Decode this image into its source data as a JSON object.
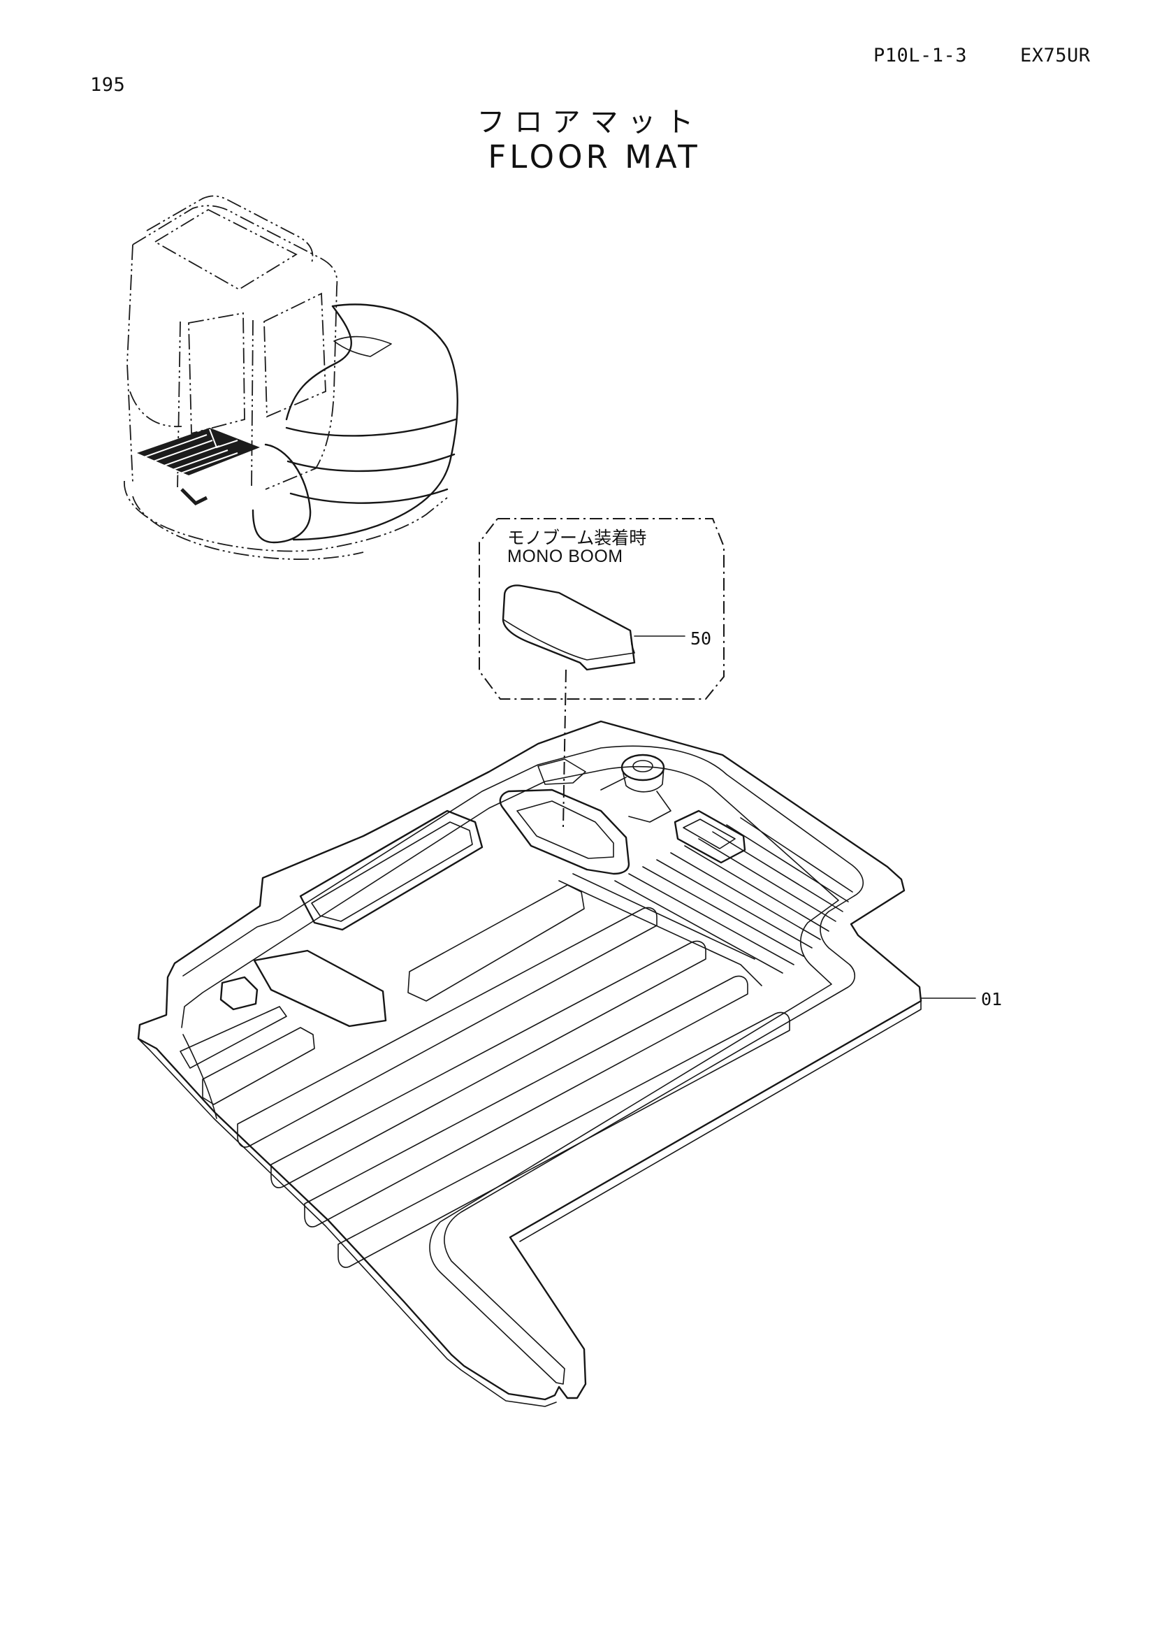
{
  "header": {
    "page_number": "195",
    "part_code": "P10L-1-3",
    "model": "EX75UR"
  },
  "title": {
    "japanese": "フロアマット",
    "english": "FLOOR MAT"
  },
  "inset": {
    "label_ja": "モノブーム装着時",
    "label_en": "MONO BOOM"
  },
  "callouts": {
    "mono_boom_cover": "50",
    "floor_mat": "01"
  }
}
